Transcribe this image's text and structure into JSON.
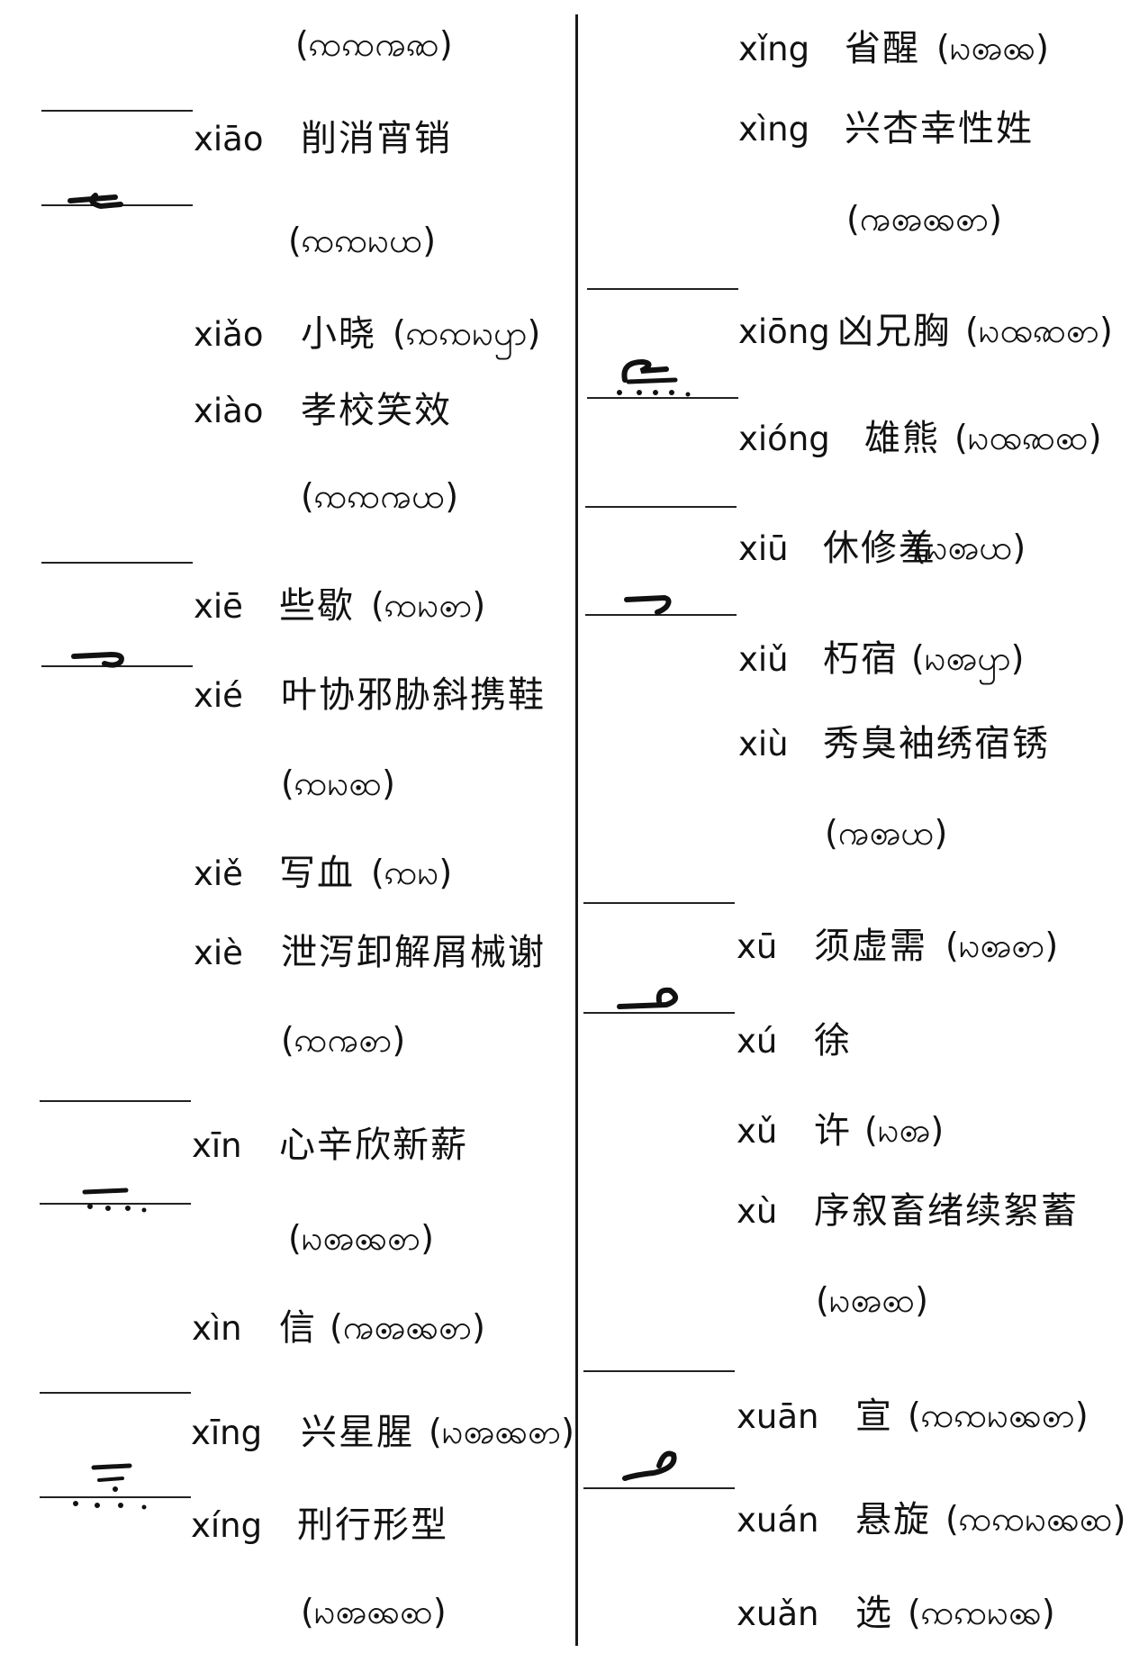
{
  "entries": [
    {
      "key": "l00",
      "pinyin": "",
      "chars": "",
      "note": "(ꩡꩡꩠꩣ)"
    },
    {
      "key": "l01",
      "pinyin": "xiāo",
      "chars": "削消宵销",
      "note": "(ꩡꩡꩢꩤ)"
    },
    {
      "key": "l02",
      "pinyin": "xiǎo",
      "chars": "小晓",
      "note": "(ꩡꩡꩢꩥ)"
    },
    {
      "key": "l03",
      "pinyin": "xiào",
      "chars": "孝校笑效",
      "note": "(ꩡꩡꩠꩤ)"
    },
    {
      "key": "l04",
      "pinyin": "xiē",
      "chars": "些歇",
      "note": "(ꩡꩢꩦ)"
    },
    {
      "key": "l05",
      "pinyin": "xié",
      "chars": "叶协邪胁斜携鞋",
      "note": "(ꩡꩢꩧ)"
    },
    {
      "key": "l06",
      "pinyin": "xiě",
      "chars": "写血",
      "note": "(ꩡꩢ)"
    },
    {
      "key": "l07",
      "pinyin": "xiè",
      "chars": "泄泻卸解屑械谢",
      "note": "(ꩡꩠꩦ)"
    },
    {
      "key": "l08",
      "pinyin": "xīn",
      "chars": "心辛欣新薪",
      "note": "(ꩢꩨꩩꩦ)"
    },
    {
      "key": "l09",
      "pinyin": "xìn",
      "chars": "信",
      "note": "(ꩠꩨꩩꩦ)"
    },
    {
      "key": "l10",
      "pinyin": "xīng",
      "chars": "兴星腥",
      "note": "(ꩢꩨꩩꩦ)"
    },
    {
      "key": "l11",
      "pinyin": "xíng",
      "chars": "刑行形型",
      "note": "(ꩢꩨꩩꩧ)"
    },
    {
      "key": "r00",
      "pinyin": "xǐng",
      "chars": "省醒",
      "note": "(ꩢꩨꩩ)"
    },
    {
      "key": "r01",
      "pinyin": "xìng",
      "chars": "兴杏幸性姓",
      "note": "(ꩠꩨꩩꩦ)"
    },
    {
      "key": "r02",
      "pinyin": "xiōng",
      "chars": "凶兄胸",
      "note": "(ꩢꩪꩣꩦ)"
    },
    {
      "key": "r03",
      "pinyin": "xióng",
      "chars": "雄熊",
      "note": "(ꩢꩪꩣꩧ)"
    },
    {
      "key": "r04",
      "pinyin": "xiū",
      "chars": "休修羞",
      "note": "(ꩢꩨꩤ)"
    },
    {
      "key": "r05",
      "pinyin": "xiǔ",
      "chars": "朽宿",
      "note": "(ꩢꩨꩥ)"
    },
    {
      "key": "r06",
      "pinyin": "xiù",
      "chars": "秀臭袖绣宿锈",
      "note": "(ꩠꩨꩤ)"
    },
    {
      "key": "r07",
      "pinyin": "xū",
      "chars": "须虚需",
      "note": "(ꩢꩨꩦ)"
    },
    {
      "key": "r08",
      "pinyin": "xú",
      "chars": "徐",
      "note": ""
    },
    {
      "key": "r09",
      "pinyin": "xǔ",
      "chars": "许",
      "note": "(ꩢꩨ)"
    },
    {
      "key": "r10",
      "pinyin": "xù",
      "chars": "序叙畜绪续絮蓄",
      "note": "(ꩢꩨꩧ)"
    },
    {
      "key": "r11",
      "pinyin": "xuān",
      "chars": "宣",
      "note": "(ꩡꩡꩢꩩꩦ)"
    },
    {
      "key": "r12",
      "pinyin": "xuán",
      "chars": "悬旋",
      "note": "(ꩡꩡꩢꩩꩧ)"
    },
    {
      "key": "r13",
      "pinyin": "xuǎn",
      "chars": "选",
      "note": "(ꩡꩡꩢꩩ)"
    }
  ],
  "shorthand_marks": [
    {
      "key": "g1",
      "label": "xiao"
    },
    {
      "key": "g2",
      "label": "xie"
    },
    {
      "key": "g3",
      "label": "xin"
    },
    {
      "key": "g4",
      "label": "xing"
    },
    {
      "key": "g5",
      "label": "xiong"
    },
    {
      "key": "g6",
      "label": "xiu"
    },
    {
      "key": "g7",
      "label": "xu"
    },
    {
      "key": "g8",
      "label": "xuan"
    }
  ]
}
